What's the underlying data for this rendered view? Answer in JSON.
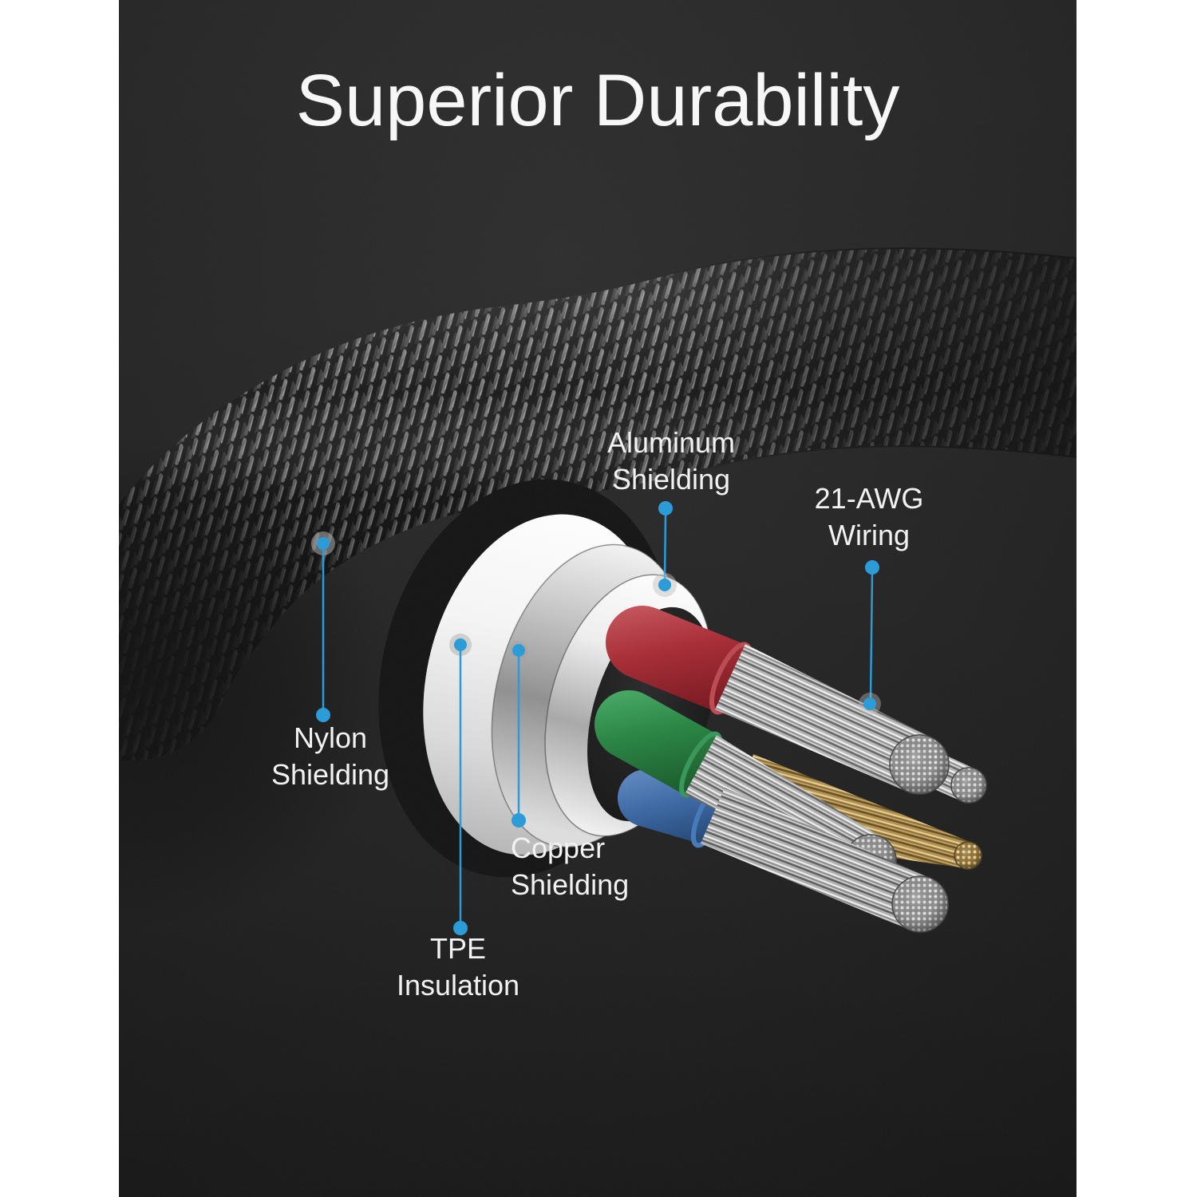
{
  "title": "Superior Durability",
  "callouts": {
    "aluminum_shielding": {
      "line1": "Aluminum",
      "line2": "Shielding"
    },
    "awg_wiring": {
      "line1": "21-AWG",
      "line2": "Wiring"
    },
    "nylon_shielding": {
      "line1": "Nylon",
      "line2": "Shielding"
    },
    "copper_shielding": {
      "line1": "Copper",
      "line2": "Shielding"
    },
    "tpe_insulation": {
      "line1": "TPE",
      "line2": "Insulation"
    }
  },
  "colors": {
    "accent_blue": "#2b9cd8",
    "page_background": "#ffffff",
    "photo_background": "#1e1e1e",
    "title_text": "#f7f7f7",
    "wire_red": "#a5242e",
    "wire_green": "#20803b",
    "wire_blue": "#33619f",
    "copper_strands": "#c0984f"
  }
}
